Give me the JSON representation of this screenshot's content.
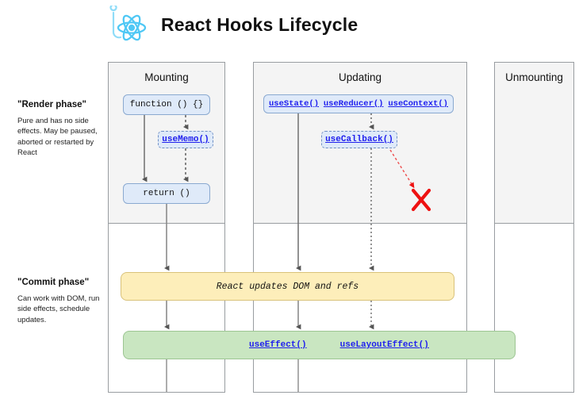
{
  "header": {
    "title": "React Hooks Lifecycle",
    "logo_icon": "react-atom-hook-icon",
    "logo_color": "#4fc8f5"
  },
  "phases": [
    {
      "id": "render",
      "title": "\"Render phase\"",
      "description": "Pure and has no side effects. May be paused, aborted or restarted by React",
      "band_color": "#f4f4f4"
    },
    {
      "id": "commit",
      "title": "\"Commit phase\"",
      "description": "Can work with DOM, run side effects, schedule updates.",
      "band_color": "#ffffff"
    }
  ],
  "columns": [
    {
      "id": "mounting",
      "title": "Mounting"
    },
    {
      "id": "updating",
      "title": "Updating"
    },
    {
      "id": "unmounting",
      "title": "Unmounting"
    }
  ],
  "nodes": {
    "function": {
      "label": "function () {}",
      "style": "solid"
    },
    "useMemo": {
      "label": "useMemo()",
      "style": "dashed",
      "link": true
    },
    "return": {
      "label": "return ()",
      "style": "solid"
    },
    "useState": {
      "label": "useState()",
      "link": true
    },
    "useReducer": {
      "label": "useReducer()",
      "link": true
    },
    "useContext": {
      "label": "useContext()",
      "link": true
    },
    "useCallback": {
      "label": "useCallback()",
      "style": "dashed",
      "link": true
    }
  },
  "bands": {
    "dom": {
      "label": "React updates DOM and refs",
      "color": "#fdeeba"
    },
    "effects": {
      "color": "#c9e6c1",
      "items": [
        {
          "label": "useEffect()",
          "link": true
        },
        {
          "label": "useLayoutEffect()",
          "link": true
        }
      ]
    }
  },
  "annotations": {
    "blocked_marker": "✕",
    "blocked_marker_name": "red-x-blocked-icon",
    "blocked_color": "#ee1111"
  },
  "colors": {
    "node_fill": "#dfeaf9",
    "node_border": "#8aa9d0",
    "link_text": "#2020ee",
    "column_border": "#999da1",
    "render_band": "#f4f4f4"
  }
}
